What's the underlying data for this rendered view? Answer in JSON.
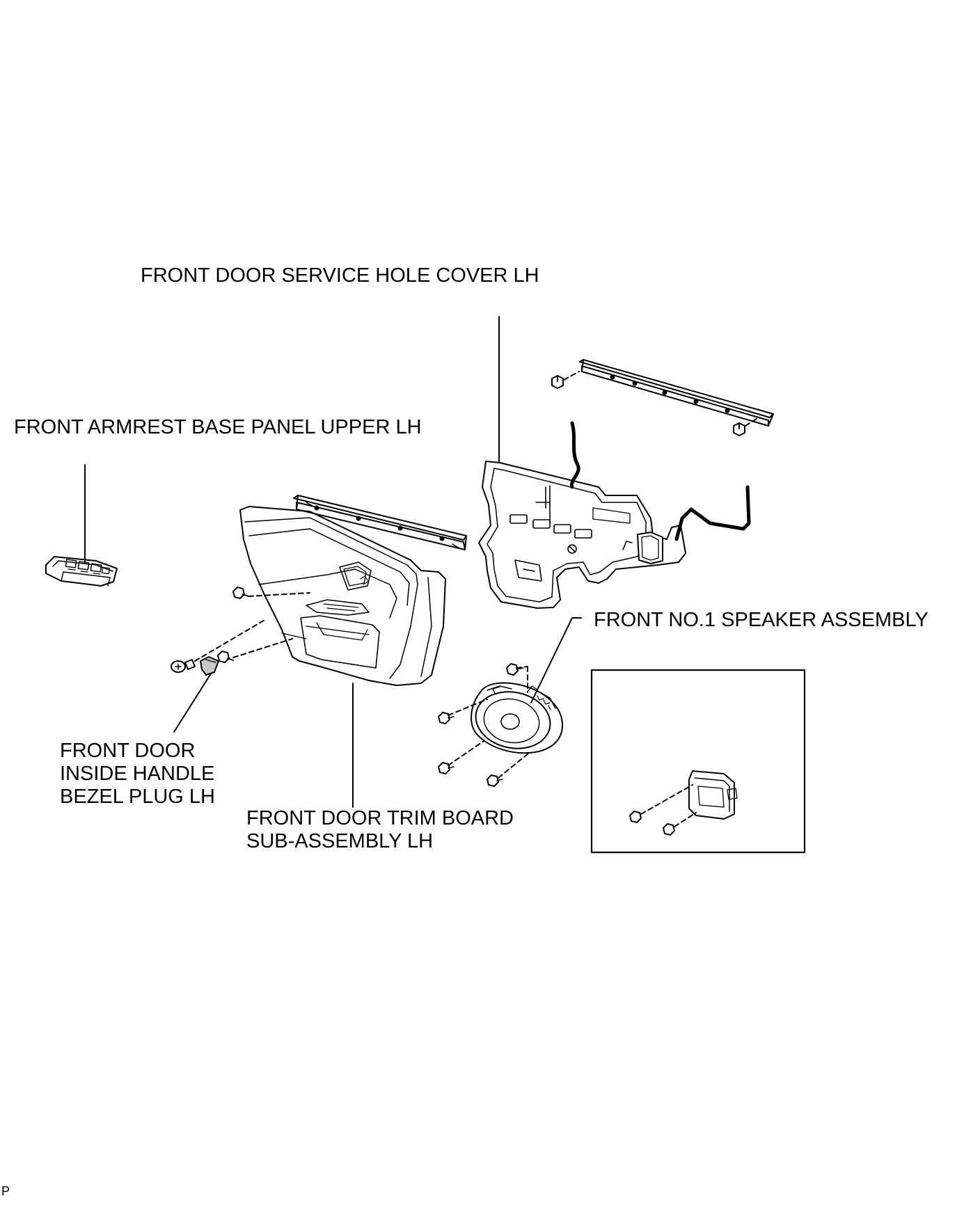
{
  "labels": {
    "service_hole_cover": "FRONT DOOR SERVICE HOLE COVER LH",
    "armrest_base_panel": "FRONT ARMREST BASE PANEL UPPER LH",
    "speaker_assembly": "FRONT NO.1 SPEAKER ASSEMBLY",
    "bezel_plug": [
      "FRONT DOOR",
      "INSIDE HANDLE",
      "BEZEL PLUG LH"
    ],
    "trim_board": [
      "FRONT DOOR TRIM BOARD",
      "SUB-ASSEMBLY LH"
    ]
  },
  "corner_mark": "P",
  "colors": {
    "ink": "#000000",
    "paper": "#ffffff",
    "shade": "#c8c8c8"
  }
}
